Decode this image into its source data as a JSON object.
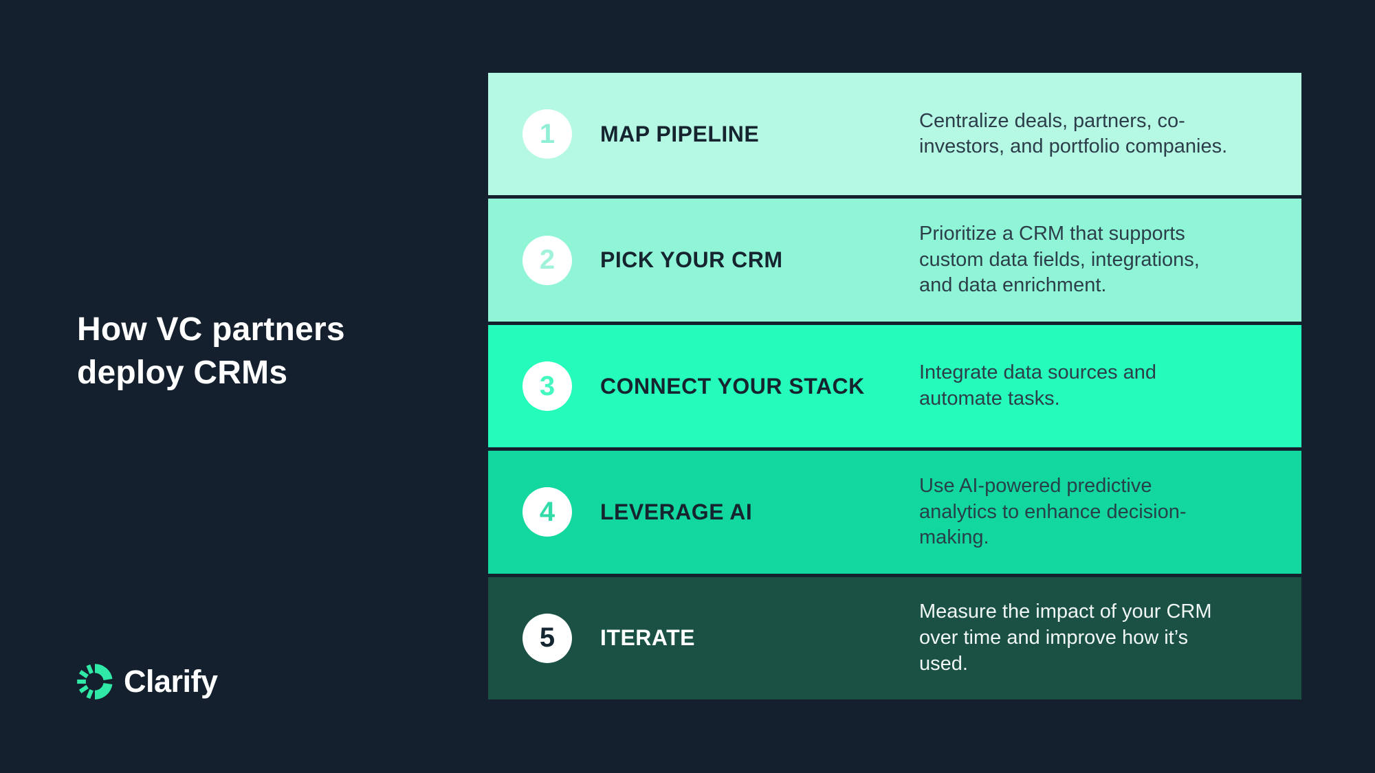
{
  "page": {
    "background": "#14202d"
  },
  "left": {
    "title": "How VC partners\ndeploy CRMs",
    "brand": {
      "name": "Clarify",
      "logo_color": "#31e9a7",
      "text_color": "#ffffff"
    }
  },
  "steps": [
    {
      "number": "1",
      "title": "MAP PIPELINE",
      "description": "Centralize deals, partners, co-\ninvestors, and portfolio companies.",
      "bg": "#b5f8e3",
      "number_color": "#90efd5",
      "title_color": "#15242e",
      "desc_color": "#2c3e49"
    },
    {
      "number": "2",
      "title": "PICK YOUR CRM",
      "description": "Prioritize a CRM that supports\ncustom data fields, integrations,\nand data enrichment.",
      "bg": "#8ff5d6",
      "number_color": "#a0f3da",
      "title_color": "#15242e",
      "desc_color": "#2c3e49"
    },
    {
      "number": "3",
      "title": "CONNECT YOUR STACK",
      "description": "Integrate data sources and\nautomate tasks.",
      "bg": "#25fbba",
      "number_color": "#45f8c0",
      "title_color": "#15242e",
      "desc_color": "#2c3e49"
    },
    {
      "number": "4",
      "title": "LEVERAGE AI",
      "description": "Use AI-powered predictive\nanalytics to enhance decision-\nmaking.",
      "bg": "#12d79f",
      "number_color": "#31dba7",
      "title_color": "#15242e",
      "desc_color": "#27414a"
    },
    {
      "number": "5",
      "title": "ITERATE",
      "description": "Measure the impact of your CRM\nover time and improve how it’s\nused.",
      "bg": "#1b5044",
      "number_color": "#142631",
      "title_color": "#ffffff",
      "desc_color": "#f0f7f4"
    }
  ]
}
